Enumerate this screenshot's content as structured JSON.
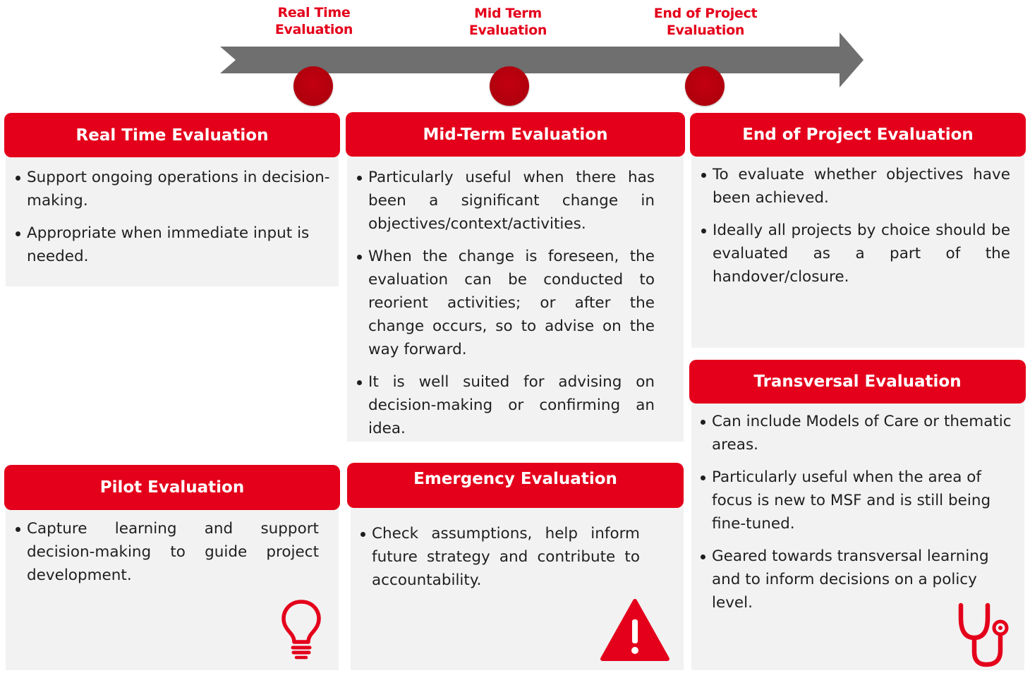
{
  "timeline": {
    "stages": [
      {
        "line1": "Real Time",
        "line2": "Evaluation"
      },
      {
        "line1": "Mid Term",
        "line2": "Evaluation"
      },
      {
        "line1": "End of Project",
        "line2": "Evaluation"
      }
    ]
  },
  "cards": {
    "real_time": {
      "title": "Real Time Evaluation",
      "points": [
        "Support ongoing operations in decision-making.",
        "Appropriate when immediate input is needed."
      ]
    },
    "mid_term": {
      "title": "Mid-Term Evaluation",
      "points": [
        "Particularly useful when there has been a significant change in objectives/context/activities.",
        "When the change is foreseen, the evaluation can be conducted to reorient activities; or after the change occurs, so to advise on the way forward.",
        "It is well suited for advising on decision-making or confirming an idea."
      ]
    },
    "end_of_project": {
      "title": "End of Project Evaluation",
      "points": [
        "To evaluate whether objectives have been achieved.",
        "Ideally all projects by choice should be evaluated as a part of the handover/closure."
      ]
    },
    "transversal": {
      "title": "Transversal Evaluation",
      "points": [
        "Can include Models of Care or thematic areas.",
        "Particularly useful when the area of focus is new to MSF and is still being fine-tuned.",
        "Geared towards transversal learning and to inform decisions on a policy level."
      ]
    },
    "pilot": {
      "title": "Pilot Evaluation",
      "points": [
        "Capture learning and support decision-making to guide project development."
      ]
    },
    "emergency": {
      "title": "Emergency Evaluation",
      "points": [
        "Check assumptions, help inform future strategy and contribute to accountability."
      ]
    }
  },
  "icons": {
    "pilot": "lightbulb-icon",
    "emergency": "warning-triangle-icon",
    "transversal": "stethoscope-icon"
  },
  "colors": {
    "accent": "#e4001b",
    "dot": "#b3000e",
    "arrow": "#6f6f6f",
    "panel": "#f2f2f2"
  }
}
